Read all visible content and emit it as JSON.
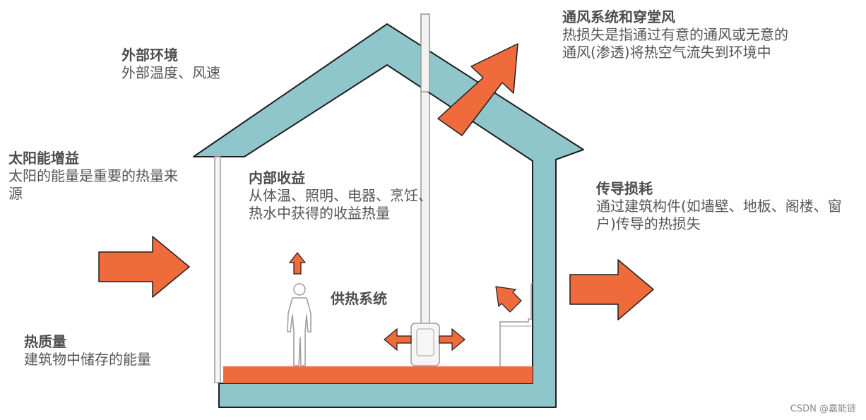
{
  "colors": {
    "wall": "#8fc6cb",
    "wall_outline": "#1f1f1f",
    "arrow": "#ef6b3c",
    "floor": "#ef6b3c",
    "text_title": "#4d4d4d",
    "text_body": "#555555"
  },
  "labels": {
    "external": {
      "title": "外部环境",
      "body": "外部温度、风速"
    },
    "solar": {
      "title": "太阳能增益",
      "body": "太阳的能量是重要的热量来源"
    },
    "internal": {
      "title": "内部收益",
      "body_line1": "从体温、照明、电器、烹饪、",
      "body_line2": "热水中获得的收益热量"
    },
    "heating": {
      "title": "供热系统"
    },
    "thermal": {
      "title": "热质量",
      "body": "建筑物中储存的能量"
    },
    "vent": {
      "title": "通风系统和穿堂风",
      "body_line1": "热损失是指通过有意的通风或无意的",
      "body_line2": "通风(渗透)将热空气流失到环境中"
    },
    "conduction": {
      "title": "传导损耗",
      "body": "通过建筑构件(如墙壁、地板、阁楼、窗户)传导的热损失"
    }
  },
  "watermark": "CSDN @嘉能链"
}
